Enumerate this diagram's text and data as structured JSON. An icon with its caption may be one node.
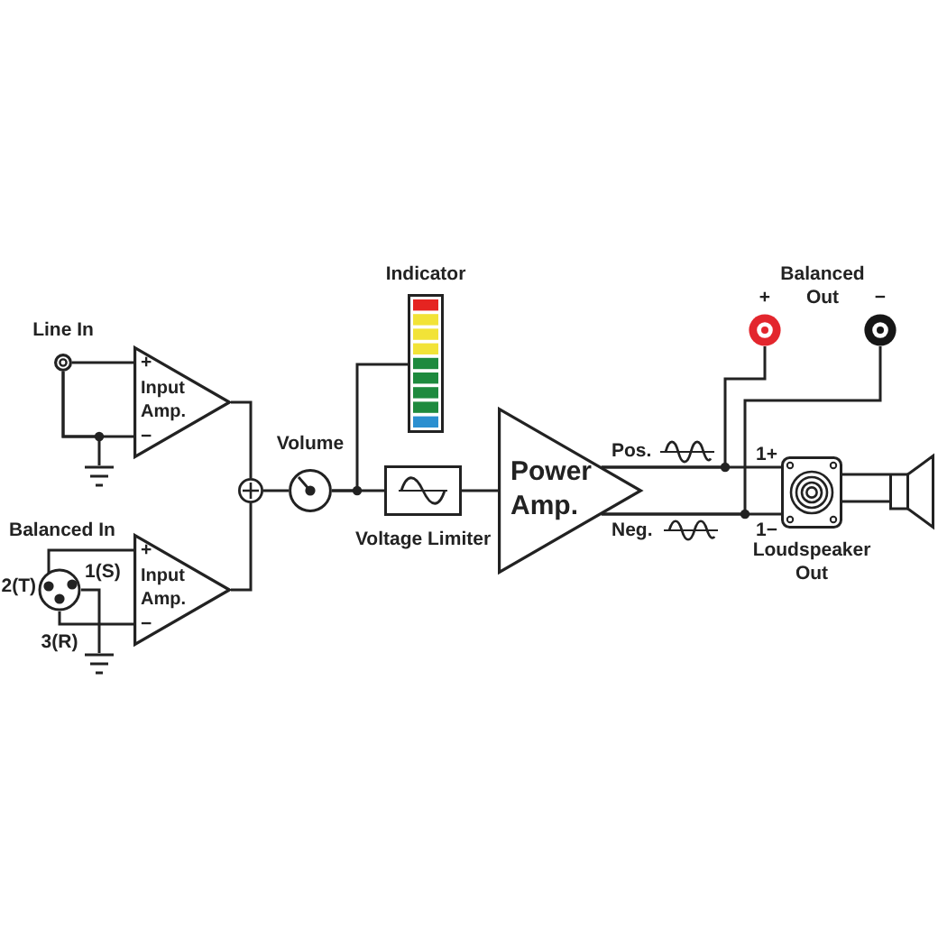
{
  "diagram": {
    "nodes": [
      {
        "text": [
          "Line In"
        ]
      },
      {
        "text": [
          "+",
          "Input Amp.",
          "−"
        ]
      },
      {
        "text": [],
        "shape": "ground"
      },
      {
        "text": [
          "Balanced In"
        ]
      },
      {
        "text": [
          "+",
          "Input Amp.",
          "−"
        ]
      },
      {
        "text": [],
        "shape": "ground"
      },
      {
        "text": [],
        "shape": "circle"
      },
      {
        "text": [
          "Volume"
        ]
      },
      {
        "text": [
          "Indicator"
        ]
      },
      {
        "text": [
          "Voltage Limiter"
        ]
      },
      {
        "text": [
          "Power Amp."
        ]
      },
      {
        "text": [
          "+"
        ]
      },
      {
        "text": [
          "−"
        ]
      },
      {
        "text": [
          "Loudspeaker Out"
        ]
      },
      {
        "text": [],
        "shape": "speaker"
      }
    ],
    "edges": [
      {
        "from": 0,
        "to": 1,
        "arrow": "none"
      },
      {
        "from": 0,
        "to": 1,
        "arrow": "none"
      },
      {
        "from": 0,
        "to": 2,
        "arrow": "none"
      },
      {
        "from": 3,
        "to": 4,
        "arrow": "none"
      },
      {
        "from": 3,
        "to": 4,
        "arrow": "none"
      },
      {
        "from": 3,
        "to": 5,
        "arrow": "none"
      },
      {
        "from": 1,
        "to": 6,
        "arrow": "none"
      },
      {
        "from": 4,
        "to": 6,
        "arrow": "none"
      },
      {
        "from": 6,
        "to": 7,
        "arrow": "none"
      },
      {
        "from": 7,
        "to": 9,
        "arrow": "none"
      },
      {
        "from": 7,
        "to": 8,
        "arrow": "none"
      },
      {
        "from": 9,
        "to": 10,
        "arrow": "none"
      },
      {
        "from": 10,
        "to": 13,
        "arrow": "none",
        "label": "Pos."
      },
      {
        "from": 10,
        "to": 11,
        "arrow": "none"
      },
      {
        "from": 10,
        "to": 13,
        "arrow": "none",
        "label": "Neg."
      },
      {
        "from": 10,
        "to": 12,
        "arrow": "none"
      },
      {
        "from": 13,
        "to": 14,
        "arrow": "none"
      }
    ],
    "labels": [
      "Balanced Out",
      "2(T)",
      "1(S)",
      "3(R)",
      "1+",
      "1−"
    ]
  }
}
